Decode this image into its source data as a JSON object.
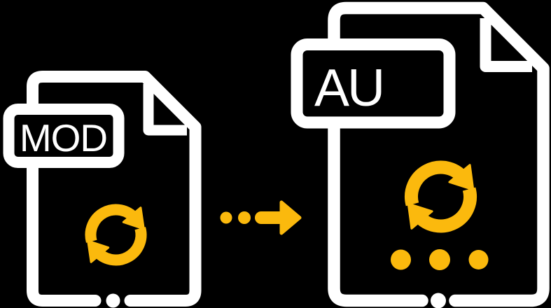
{
  "colors": {
    "background": "#000000",
    "icon": "#ffffff",
    "accent": "#fbb90d"
  },
  "source_file": {
    "format_label": "MOD",
    "icon": "document-outline-icon",
    "badge_icon": "format-badge",
    "center_icon": "sync-arrows-icon"
  },
  "target_file": {
    "format_label": "AU",
    "icon": "document-outline-icon",
    "badge_icon": "format-badge",
    "center_icon": "sync-arrows-icon",
    "extra_icon": "ellipsis-dots-icon"
  },
  "conversion": {
    "icon": "arrow-right-icon",
    "leading_dots": 2
  }
}
